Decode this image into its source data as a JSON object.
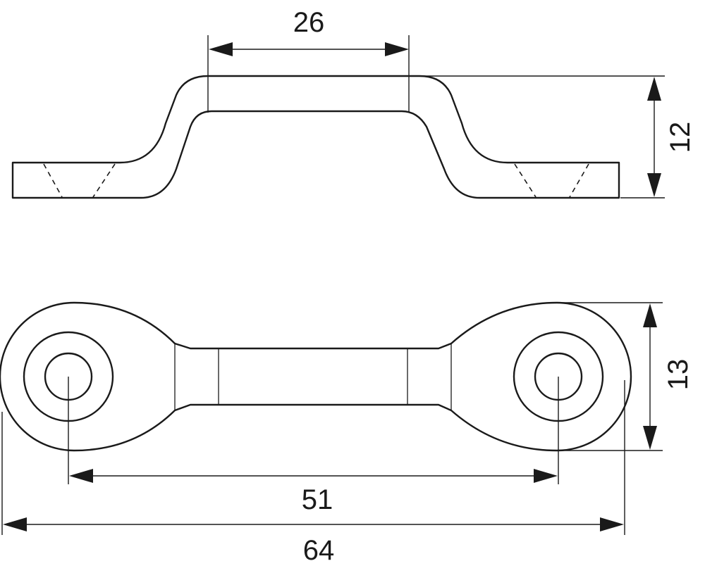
{
  "dimensions": {
    "top_width": "26",
    "height": "12",
    "bottom_height": "13",
    "hole_spacing": "51",
    "overall_length": "64"
  },
  "colors": {
    "line": "#1a1a1a",
    "background": "#ffffff"
  }
}
